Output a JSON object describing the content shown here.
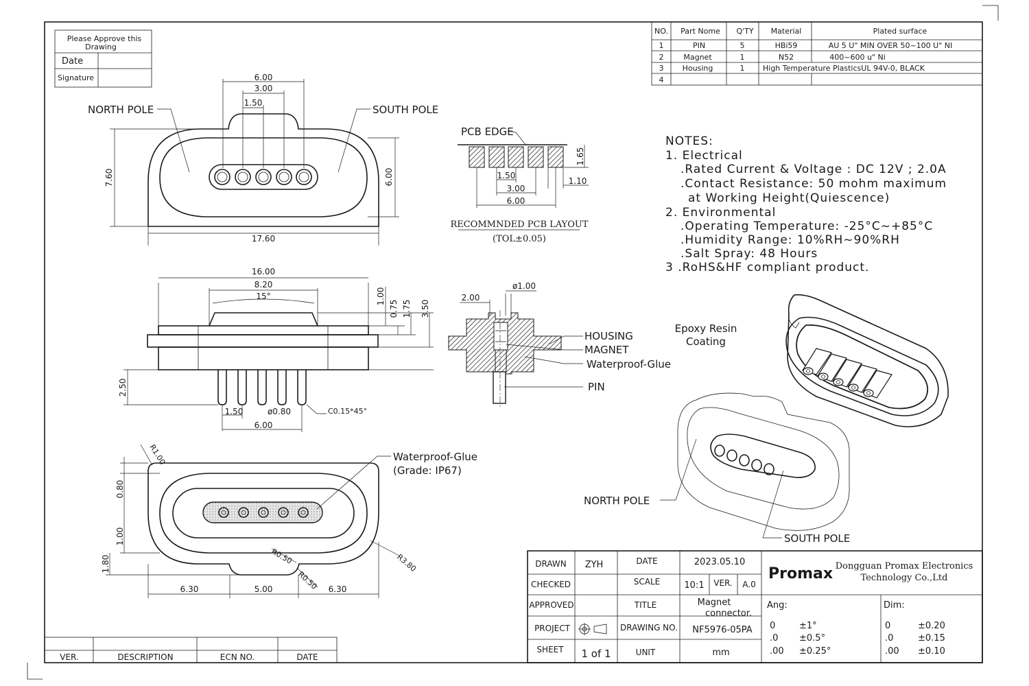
{
  "approval": {
    "title_line1": "Please Approve this",
    "title_line2": "Drawing",
    "date_label": "Date",
    "signature_label": "Signature"
  },
  "bom": {
    "headers": [
      "NO.",
      "Part Nome",
      "Q'TY",
      "Material",
      "Plated surface"
    ],
    "rows": [
      [
        "1",
        "PIN",
        "5",
        "HBi59",
        "AU 5 U\" MIN OVER 50~100 U\" NI"
      ],
      [
        "2",
        "Magnet",
        "1",
        "N52",
        "400~600 u\" Ni"
      ],
      [
        "3",
        "Housing",
        "1",
        "High Temperature PlasticsUL 94V-0, BLACK",
        ""
      ],
      [
        "4",
        "",
        "",
        "",
        ""
      ]
    ]
  },
  "notes": {
    "title": "NOTES:",
    "lines": [
      "1. Electrical",
      ".Rated Current & Voltage : DC 12V ; 2.0A",
      ".Contact Resistance: 50 mohm maximum",
      "at Working Height(Quiescence)",
      "2. Environmental",
      ".Operating Temperature: -25°C~+85°C",
      ".Humidity Range: 10%RH~90%RH",
      ".Salt Spray: 48 Hours",
      "3 .RoHS&HF compliant product."
    ]
  },
  "labels": {
    "north_pole": "NORTH POLE",
    "south_pole": "SOUTH POLE",
    "pcb_edge": "PCB EDGE",
    "pcb_layout_title": "RECOMMNDED PCB LAYOUT",
    "pcb_layout_tol": "(TOL±0.05)",
    "housing": "HOUSING",
    "magnet": "MAGNET",
    "waterproof_glue": "Waterproof-Glue",
    "pin": "PIN",
    "waterproof_glue2": "Waterproof-Glue",
    "grade": "(Grade: IP67)",
    "epoxy_line1": "Epoxy Resin",
    "epoxy_line2": "Coating",
    "iso_north": "NORTH POLE",
    "iso_south": "SOUTH POLE",
    "chamfer": "C0.15*45°"
  },
  "dims": {
    "top": {
      "w6": "6.00",
      "w3": "3.00",
      "w15": "1.50",
      "h76": "7.60",
      "h6": "6.00",
      "w176": "17.60"
    },
    "pcb": {
      "h165": "1.65",
      "h110": "1.10",
      "p150": "1.50",
      "p300": "3.00",
      "p600": "6.00"
    },
    "side": {
      "w16": "16.00",
      "w82": "8.20",
      "ang": "15°",
      "h100": "1.00",
      "h075": "0.75",
      "h175": "1.75",
      "h350": "3.50",
      "h250": "2.50",
      "p150": "1.50",
      "d080": "ø0.80",
      "p600": "6.00"
    },
    "sect": {
      "d100": "ø1.00",
      "w200": "2.00"
    },
    "bottom": {
      "r100": "R1.00",
      "h080": "0.80",
      "h100": "1.00",
      "h180": "1.80",
      "r050a": "R0.50",
      "r050b": "R0.50",
      "r380": "R3.80",
      "w630a": "6.30",
      "w500": "5.00",
      "w630b": "6.30"
    }
  },
  "title_block": {
    "drawn_label": "DRAWN",
    "drawn_value": "ZYH",
    "date_label": "DATE",
    "date_value": "2023.05.10",
    "checked_label": "CHECKED",
    "scale_label": "SCALE",
    "scale_value": "10:1",
    "ver_label": "VER.",
    "ver_value": "A.0",
    "approved_label": "APPROVED",
    "title_label": "TITLE",
    "title_value1": "Magnet",
    "title_value2": "connector.",
    "project_label": "PROJECT",
    "drawing_no_label": "DRAWING NO.",
    "drawing_no_value": "NF5976-05PA",
    "sheet_label": "SHEET",
    "sheet_value": "1 of 1",
    "unit_label": "UNIT",
    "unit_value": "mm",
    "company_logo": "Promax",
    "company_line1": "Dongguan Promax Electronics",
    "company_line2": "Technology Co.,Ltd",
    "ang_label": "Ang:",
    "dim_label": "Dim:",
    "ang_rows": [
      [
        "0",
        "±1°"
      ],
      [
        ".0",
        "±0.5°"
      ],
      [
        ".00",
        "±0.25°"
      ]
    ],
    "dim_rows": [
      [
        "0",
        "±0.20"
      ],
      [
        ".0",
        "±0.15"
      ],
      [
        ".00",
        "±0.10"
      ]
    ]
  },
  "revision": {
    "headers": [
      "VER.",
      "DESCRIPTION",
      "ECN NO.",
      "DATE"
    ]
  }
}
